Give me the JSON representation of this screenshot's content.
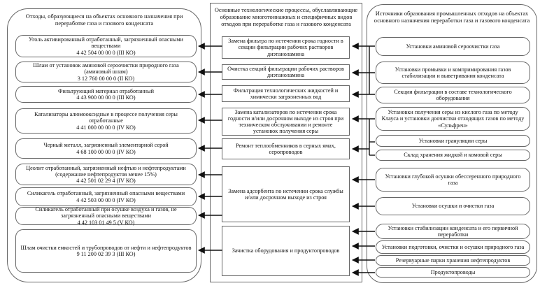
{
  "colors": {
    "border": "#666666",
    "text": "#111111",
    "background": "#ffffff",
    "arrow": "#111111"
  },
  "columns": {
    "left": {
      "header": "Отходы, образующиеся на объектах основного назначения при переработке газа и газового конденсата",
      "boxes": [
        {
          "name": "Уголь активированный отработанный, загрязненный опасными веществами",
          "code": "4 42 504 00 00 0 (III КО)"
        },
        {
          "name": "Шлам от установок аминовой сероочистки природного газа (аминовый шлам)",
          "code": "3 12 760 00 00 0  (II КО)"
        },
        {
          "name": "Фильтрующий материал отработанный",
          "code": "4 43 900 00 00 0  (III КО)"
        },
        {
          "name": "Катализаторы алюмооксидные в процессе получения серы отработанные",
          "code": "4 41 000 00 00 0  (IV КО)"
        },
        {
          "name": "Черный металл, загрязненный элементарной серой",
          "code": "4 68 100 00 00 0 (IV КО)"
        },
        {
          "name": "Цеолит отработанный, загрязненный нефтью и нефтепродуктами (содержание нефтепродуктов менее 15%)",
          "code": "4 42 501 02 29 4 (IV КО)"
        },
        {
          "name": "Силикагель отработанный, загрязненный опасными веществами",
          "code": "4 42 503 00 00 0 (IV КО)"
        },
        {
          "name": "Силикагель отработанный при осушке воздуха и газов, не загрязненный опасными веществами",
          "code": "4 42 103 01 49 5 (V КО)"
        },
        {
          "name": "Шлам очистки емкостей и трубопроводов от нефти и нефтепродуктов",
          "code": "9 11 200 02 39 3 (III КО)"
        }
      ]
    },
    "middle": {
      "header": "Основные технологические процессы, обуславливающие образование многотоннажных и специфичных видов отходов при переработке газа и газового конденсата",
      "boxes": [
        "Замена фильтра по истечении срока годности в секции фильтрации рабочих растворов диэтаноламина",
        "Очистка секций фильтрации рабочих растворов диэтаноламина",
        "Фильтрация технологических жидкостей и химически загрязненных вод",
        "Замена катализаторов по истечении срока годности и/или досрочном выходе из строя при техническом обслуживании и ремонте установок получения серы",
        "Ремонт теплообменников в серных ямах, серопроводов",
        "Замена адсорбента по истечении срока службы и/или досрочном выходе из строя",
        "Зачистка оборудования и продуктопроводов"
      ]
    },
    "right": {
      "header": "Источники образования промышленных отходов на объектах основного назначения переработки газа и газового конденсата",
      "boxes": [
        "Установки аминовой сероочистки газа",
        "Установки промывки и компримирования газов стабилизации и выветривания конденсата",
        "Секции фильтрации в составе технологического оборудования",
        "Установки получения серы из кислого газа по методу Клауса и установки доочистки отходящих газов по методу «Сульфрен»",
        "Установки грануляции серы",
        "Склад хранения жидкой и комовой серы",
        "Установки глубокой осушки обессеренного природного газа",
        "Установки осушки и очистки газа",
        "Установки стабилизации конденсата и его первичной переработки",
        "Установки подготовки, очистки и осушки природного газа",
        "Резервуарные парки хранения нефтепродуктов",
        "Продуктопроводы"
      ]
    }
  }
}
